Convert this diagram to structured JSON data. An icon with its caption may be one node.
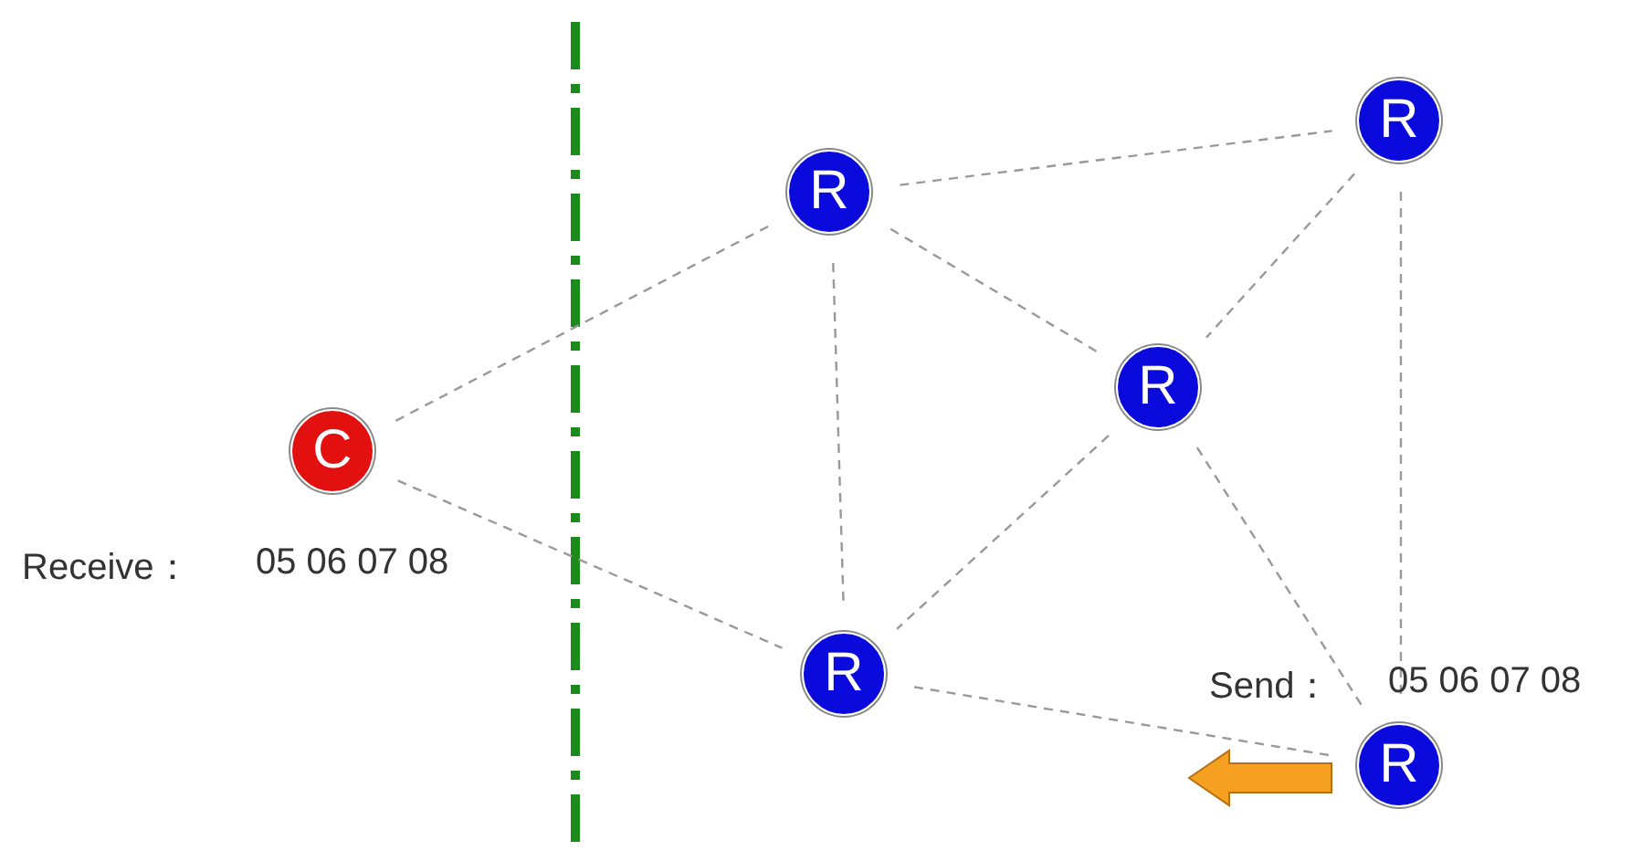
{
  "diagram": {
    "nodes": [
      {
        "text": [
          "C"
        ],
        "beside": [
          "Receive：",
          "05 06 07 08"
        ]
      },
      {
        "text": [
          "R"
        ]
      },
      {
        "text": [
          "R"
        ]
      },
      {
        "text": [
          "R"
        ]
      },
      {
        "text": [
          "R"
        ]
      },
      {
        "text": [
          "R"
        ],
        "beside": [
          "Send：",
          "05 06 07 08"
        ]
      }
    ],
    "edges": [
      {
        "from": 0,
        "to": 1,
        "arrow": "none",
        "style": "dashed"
      },
      {
        "from": 0,
        "to": 4,
        "arrow": "none",
        "style": "dashed"
      },
      {
        "from": 1,
        "to": 2,
        "arrow": "none",
        "style": "dashed"
      },
      {
        "from": 1,
        "to": 3,
        "arrow": "none",
        "style": "dashed"
      },
      {
        "from": 1,
        "to": 4,
        "arrow": "none",
        "style": "dashed"
      },
      {
        "from": 2,
        "to": 3,
        "arrow": "none",
        "style": "dashed"
      },
      {
        "from": 2,
        "to": 5,
        "arrow": "none",
        "style": "dashed"
      },
      {
        "from": 3,
        "to": 4,
        "arrow": "none",
        "style": "dashed"
      },
      {
        "from": 3,
        "to": 5,
        "arrow": "none",
        "style": "dashed"
      },
      {
        "from": 4,
        "to": 5,
        "arrow": "none",
        "style": "dashed"
      }
    ]
  }
}
